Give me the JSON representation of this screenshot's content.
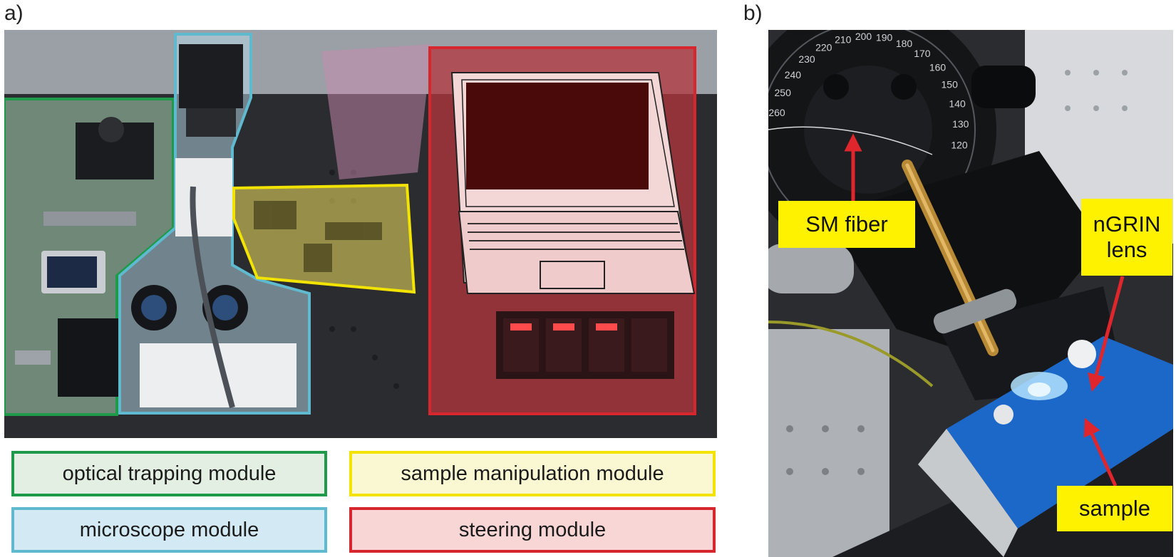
{
  "panels": {
    "a_label": "a)",
    "b_label": "b)"
  },
  "legend": {
    "optical_trapping": "optical trapping module",
    "microscope": "microscope module",
    "sample_manipulation": "sample manipulation module",
    "steering": "steering module"
  },
  "callouts": {
    "sm_fiber": "SM fiber",
    "ngrin_lens_line1": "nGRIN",
    "ngrin_lens_line2": "lens",
    "sample": "sample"
  },
  "dial_ticks": [
    "260",
    "250",
    "240",
    "230",
    "220",
    "210",
    "200",
    "190",
    "180",
    "170",
    "160",
    "150",
    "140",
    "130",
    "120"
  ],
  "colors": {
    "optical": "#1e9a4a",
    "microscope": "#5fb9cf",
    "sample_manipulation": "#f2e300",
    "steering": "#d7262e",
    "callout": "#fff200",
    "arrow": "#e0262d"
  }
}
